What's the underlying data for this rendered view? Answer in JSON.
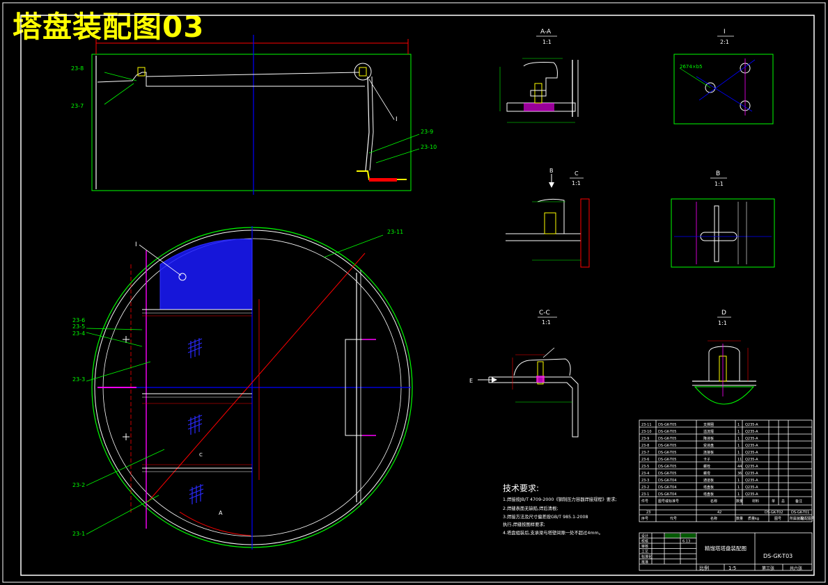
{
  "title": "塔盘装配图03",
  "colors": {
    "frame": "#ffffff",
    "green": "#00ff00",
    "blue": "#0000ff",
    "red": "#ff0000",
    "yellow": "#ffff00",
    "magenta": "#ff00ff"
  },
  "elevation": {
    "callouts": [
      "23-8",
      "23-7",
      "23-9",
      "23-10"
    ],
    "detail_mark": "I"
  },
  "plan": {
    "callouts_left": [
      "23-6",
      "23-5",
      "23-4",
      "23-3",
      "23-2",
      "23-1"
    ],
    "callout_top_right": "23-11",
    "detail_mark": "I",
    "section_mark_c": "C",
    "section_mark_a": "A"
  },
  "sections": {
    "aa": {
      "title": "A-A",
      "scale": "1:1"
    },
    "i": {
      "title": "I",
      "scale": "2:1",
      "note": "2674×b5"
    },
    "b_arrow": "B",
    "c": {
      "title": "C",
      "scale": "1:1"
    },
    "b": {
      "title": "B",
      "scale": "1:1"
    },
    "cc": {
      "title": "C-C",
      "scale": "1:1"
    },
    "d": {
      "title": "D",
      "scale": "1:1"
    },
    "e_arrow": "E"
  },
  "tech": {
    "heading": "技术要求:",
    "lines": [
      "1.焊接按JB/T 4709-2000《钢制压力容器焊接规程》要求;",
      "2.焊缝表面无缺陷,焊后清根;",
      "3.焊接方法及尺寸偏差按GB/T 985.1-2008",
      "   执行,焊缝按图样要求;",
      "4.塔盘组装后,支承梁与塔壁间隙一处不超过4mm。"
    ]
  },
  "bom": {
    "rows": [
      [
        "23-11",
        "DS-GK-T05",
        "支撑圈",
        "1",
        "Q235-A"
      ],
      [
        "23-10",
        "DS-GK-T05",
        "溢流堰",
        "1",
        "Q235-A"
      ],
      [
        "23-9",
        "DS-GK-T05",
        "降液板",
        "1",
        "Q235-A"
      ],
      [
        "23-8",
        "DS-GK-T05",
        "受液盘",
        "1",
        "Q235-A"
      ],
      [
        "23-7",
        "DS-GK-T05",
        "连接板",
        "1",
        "Q235-A"
      ],
      [
        "23-6",
        "DS-GK-T05",
        "卡子",
        "11",
        "Q235-A"
      ],
      [
        "23-5",
        "DS-GK-T05",
        "螺栓",
        "44",
        "Q235-A"
      ],
      [
        "23-4",
        "DS-GK-T05",
        "螺母",
        "36",
        "Q235-A"
      ],
      [
        "23-3",
        "DS-GK-T04",
        "通道板",
        "1",
        "Q235-A"
      ],
      [
        "23-2",
        "DS-GK-T04",
        "塔盘板",
        "1",
        "Q235-A"
      ],
      [
        "23-1",
        "DS-GK-T04",
        "塔盘板",
        "1",
        "Q235-A"
      ]
    ],
    "header": [
      "件号",
      "图号或标准号",
      "名称",
      "数量",
      "材料",
      "单",
      "总",
      "备注"
    ],
    "assembly_row": [
      "23",
      "",
      "",
      "42",
      "DS-GK-T02",
      "DS-GK-T01"
    ],
    "assembly_header": [
      "序号",
      "代号",
      "名称",
      "数量",
      "质量kg",
      "图号",
      "所属装配",
      "装配图号"
    ]
  },
  "title_block": {
    "name": "精馏塔塔盘装配图",
    "drawing_no": "DS-GK-T03",
    "scale_label": "比例",
    "scale_value": "1:5",
    "sheet_label": "第三张",
    "sheets_total": "共六张",
    "row_labels": [
      "设计",
      "校核",
      "审核",
      "工艺",
      "标准化",
      "批准"
    ],
    "date": "6.13"
  }
}
